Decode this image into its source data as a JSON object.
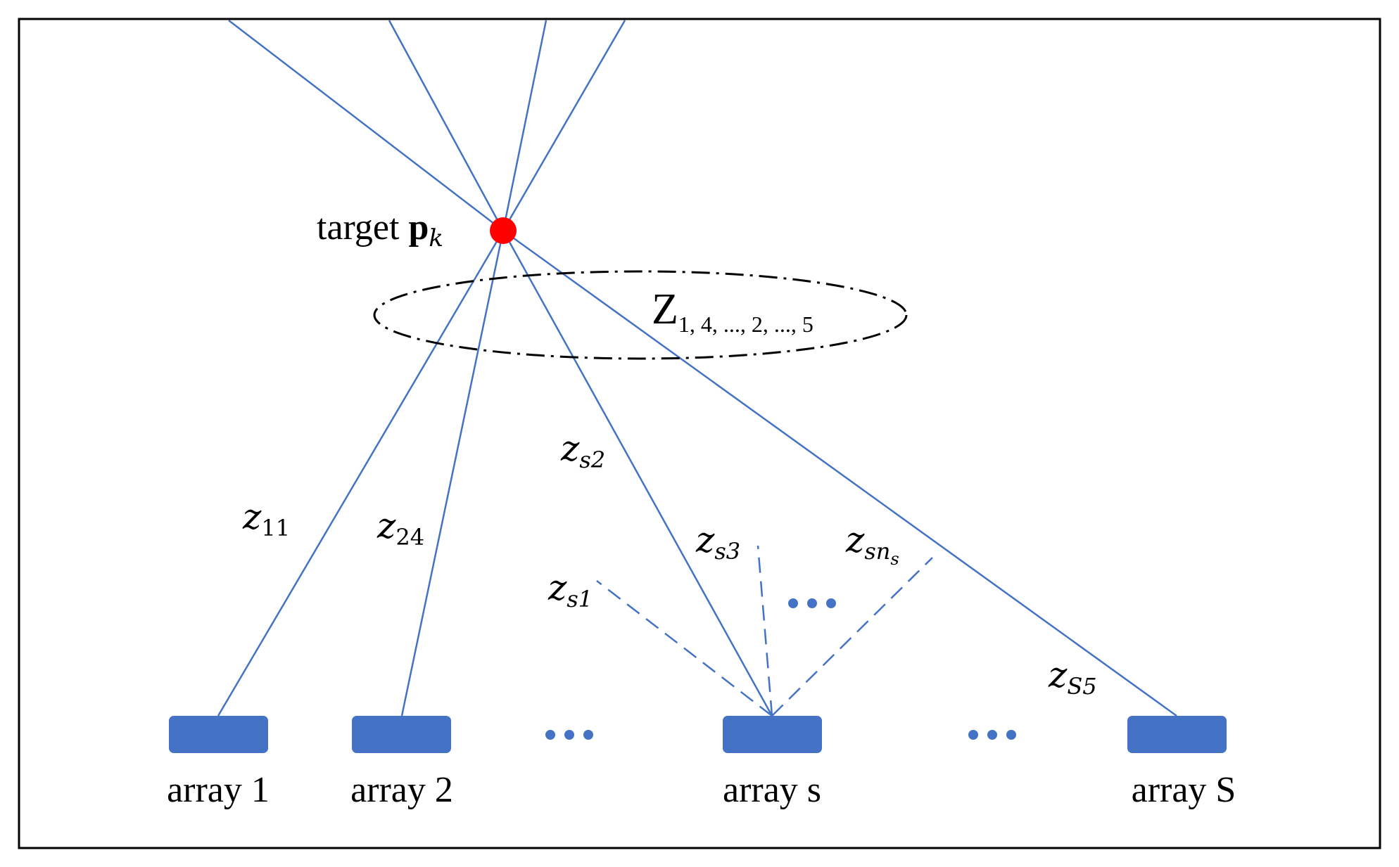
{
  "target": {
    "prefix": "target ",
    "symbol": "p",
    "subscript": "k"
  },
  "group": {
    "symbol": "Z",
    "subscript": "1, 4, ..., 2, ..., 5"
  },
  "measurements": {
    "z11": {
      "symbol": "z",
      "subscript": "11"
    },
    "z24": {
      "symbol": "z",
      "subscript": "24"
    },
    "zs2": {
      "symbol": "z",
      "subscript": "s2"
    },
    "zs3": {
      "symbol": "z",
      "subscript": "s3"
    },
    "zs1": {
      "symbol": "z",
      "subscript": "s1"
    },
    "zsns": {
      "symbol": "z",
      "subscript": "sn",
      "subsub": "s"
    },
    "zS5": {
      "symbol": "z",
      "subscript": "S5"
    }
  },
  "arrays": [
    {
      "label": "array 1"
    },
    {
      "label": "array 2"
    },
    {
      "label": "array s"
    },
    {
      "label": "array S"
    }
  ],
  "colors": {
    "line": "#4472c4",
    "array": "#4472c4",
    "target": "#ff0000",
    "ellipse": "#000000",
    "border": "#000000"
  }
}
